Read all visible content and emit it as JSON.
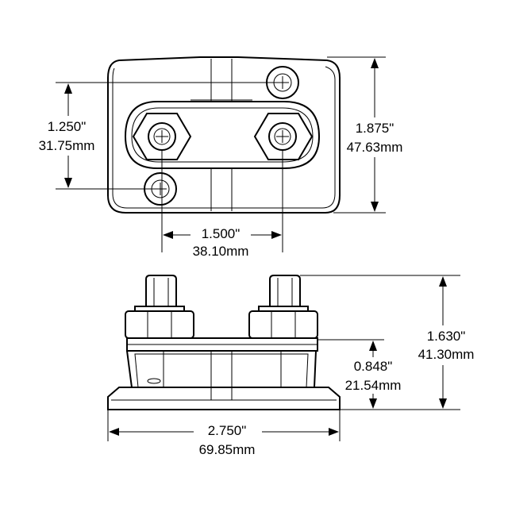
{
  "dimensions": {
    "hole_spacing_in": "1.250\"",
    "hole_spacing_mm": "31.75mm",
    "height_in": "1.875\"",
    "height_mm": "47.63mm",
    "stud_spacing_in": "1.500\"",
    "stud_spacing_mm": "38.10mm",
    "total_height_in": "1.630\"",
    "total_height_mm": "41.30mm",
    "base_height_in": "0.848\"",
    "base_height_mm": "21.54mm",
    "width_in": "2.750\"",
    "width_mm": "69.85mm"
  }
}
